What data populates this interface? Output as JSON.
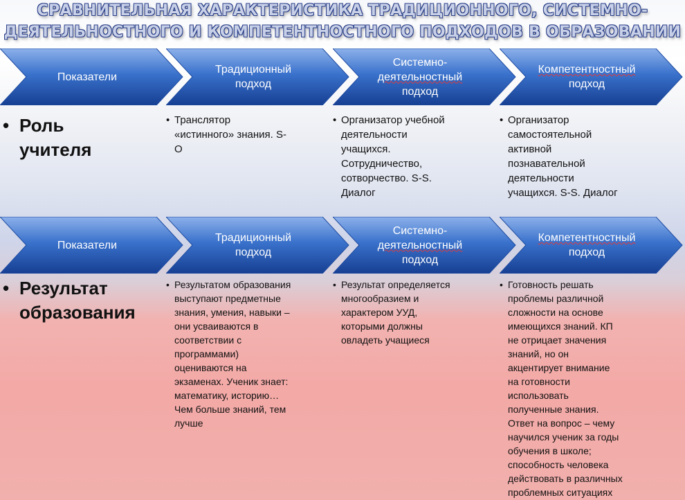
{
  "title": {
    "line1": "СРАВНИТЕЛЬНАЯ ХАРАКТЕРИСТИКА ТРАДИЦИОННОГО, СИСТЕМНО-",
    "line2": "ДЕЯТЕЛЬНОСТНОГО И КОМПЕТЕНТНОСТНОГО ПОДХОДОВ В ОБРАЗОВАНИИ"
  },
  "colors": {
    "chevron_top": "#7fa6e2",
    "chevron_mid": "#2f66c2",
    "chevron_bottom": "#14398a",
    "title_stroke": "#2a3f88"
  },
  "section1": {
    "headers": {
      "col1": "Показатели",
      "col2": "Традиционный\nподход",
      "col3_line1": "Системно-",
      "col3_line2": "деятельностный",
      "col3_line3": "подход",
      "col4_line1": "Компетентностный",
      "col4_line2": "подход"
    },
    "indicator": "Роль\nучителя",
    "traditional": "Транслятор\n«истинного»  знания.  S-\nO",
    "systemic": "Организатор  учебной\nдеятельности\nучащихся.\nСотрудничество,\nсотворчество.  S-S.\nДиалог",
    "competence": "Организатор\nсамостоятельной\nактивной\nпознавательной\nдеятельности\nучащихся.  S-S. Диалог"
  },
  "section2": {
    "headers": {
      "col1": "Показатели",
      "col2": "Традиционный\nподход",
      "col3_line1": "Системно-",
      "col3_line2": "деятельностный",
      "col3_line3": "подход",
      "col4_line1": "Компетентностный",
      "col4_line2": "подход"
    },
    "indicator": "Результат\nобразования",
    "traditional": "Результатом образования\nвыступают предметные\nзнания, умения, навыки –\nони усваиваются в\nсоответствии с\nпрограммами)\nоцениваются на\nэкзаменах. Ученик знает:\nматематику, историю…\nЧем больше знаний, тем\nлучше",
    "systemic": "Результат  определяется\nмногообразием и\nхарактером УУД,\nкоторыми должны\nовладеть учащиеся",
    "competence": "Готовность решать\nпроблемы различной\nсложности на основе\nимеющихся знаний. КП\nне отрицает значения\nзнаний, но он\nакцентирует внимание\nна готовности\nиспользовать\nполученные знания.\nОтвет на вопрос – чему\nнаучился ученик за годы\nобучения в школе;\nспособность человека\nдействовать в различных\nпроблемных ситуациях"
  }
}
